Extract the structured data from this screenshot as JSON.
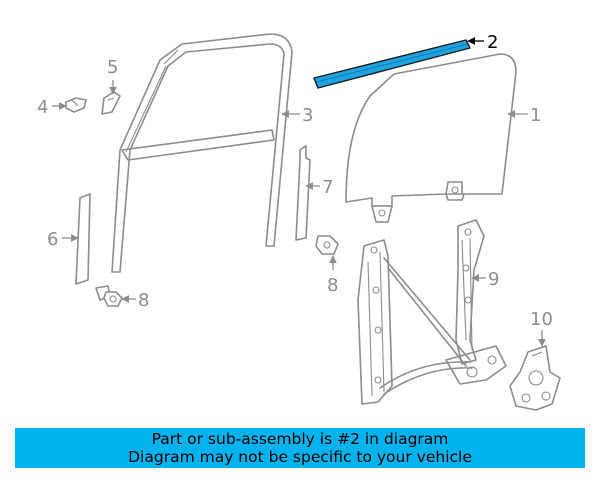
{
  "diagram": {
    "highlight_color": "#1fa3e0",
    "line_color": "#8c8c8c",
    "callouts": [
      "1",
      "2",
      "3",
      "4",
      "5",
      "6",
      "7",
      "8",
      "8",
      "9",
      "10"
    ],
    "highlighted_part": "2"
  },
  "banner": {
    "background": "#00b2ee",
    "line1": "Part or sub-assembly is #2 in diagram",
    "line2": "Diagram may not be specific to your vehicle"
  }
}
